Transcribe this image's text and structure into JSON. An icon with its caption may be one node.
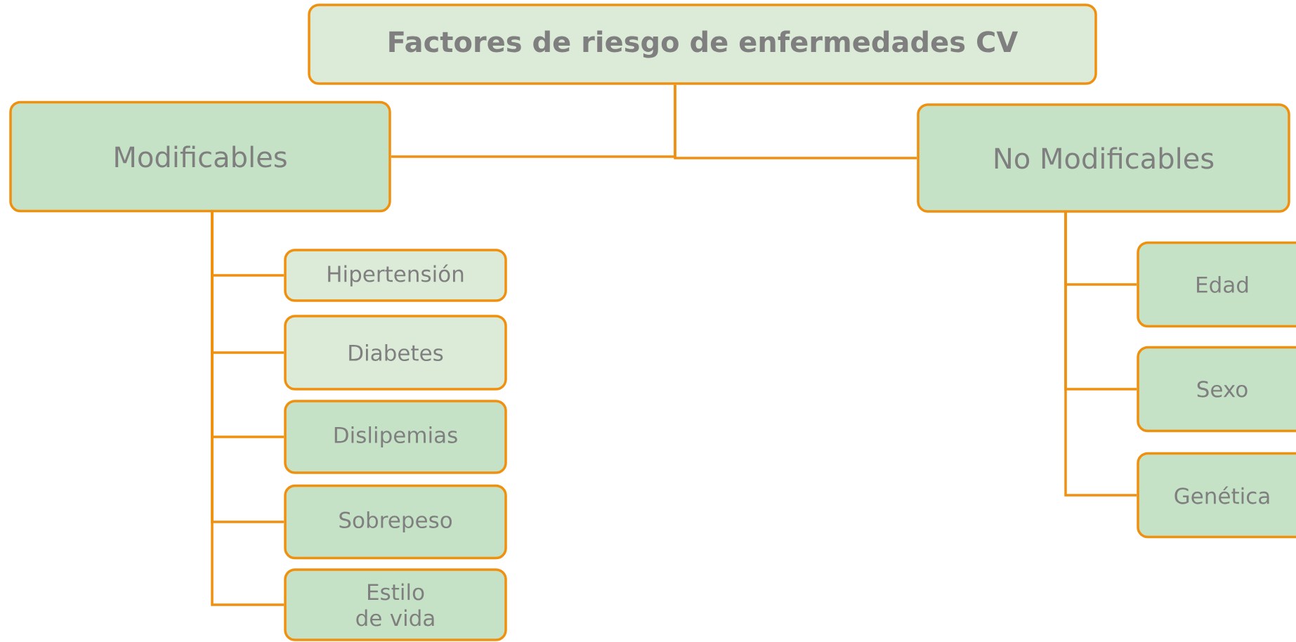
{
  "diagram": {
    "title": "Factores de riesgo de enfermedades CV",
    "nodes": [
      {
        "text": [
          "Modificables"
        ]
      },
      {
        "text": [
          "No Modificables"
        ]
      },
      {
        "text": [
          "Hipertensión"
        ]
      },
      {
        "text": [
          "Diabetes"
        ]
      },
      {
        "text": [
          "Dislipemias"
        ]
      },
      {
        "text": [
          "Sobrepeso"
        ]
      },
      {
        "text": [
          "Estilo de vida"
        ]
      },
      {
        "text": [
          "Edad"
        ]
      },
      {
        "text": [
          "Sexo"
        ]
      },
      {
        "text": [
          "Genética"
        ]
      }
    ],
    "edges": [
      {
        "from": null,
        "to": 0,
        "arrow": "none"
      },
      {
        "from": null,
        "to": 1,
        "arrow": "none"
      },
      {
        "from": 0,
        "to": 2,
        "arrow": "none"
      },
      {
        "from": 0,
        "to": 3,
        "arrow": "none"
      },
      {
        "from": 0,
        "to": 4,
        "arrow": "none"
      },
      {
        "from": 0,
        "to": 5,
        "arrow": "none"
      },
      {
        "from": 0,
        "to": 6,
        "arrow": "none"
      },
      {
        "from": 1,
        "to": 7,
        "arrow": "none"
      },
      {
        "from": 1,
        "to": 8,
        "arrow": "none"
      },
      {
        "from": 1,
        "to": 9,
        "arrow": "none"
      }
    ]
  }
}
